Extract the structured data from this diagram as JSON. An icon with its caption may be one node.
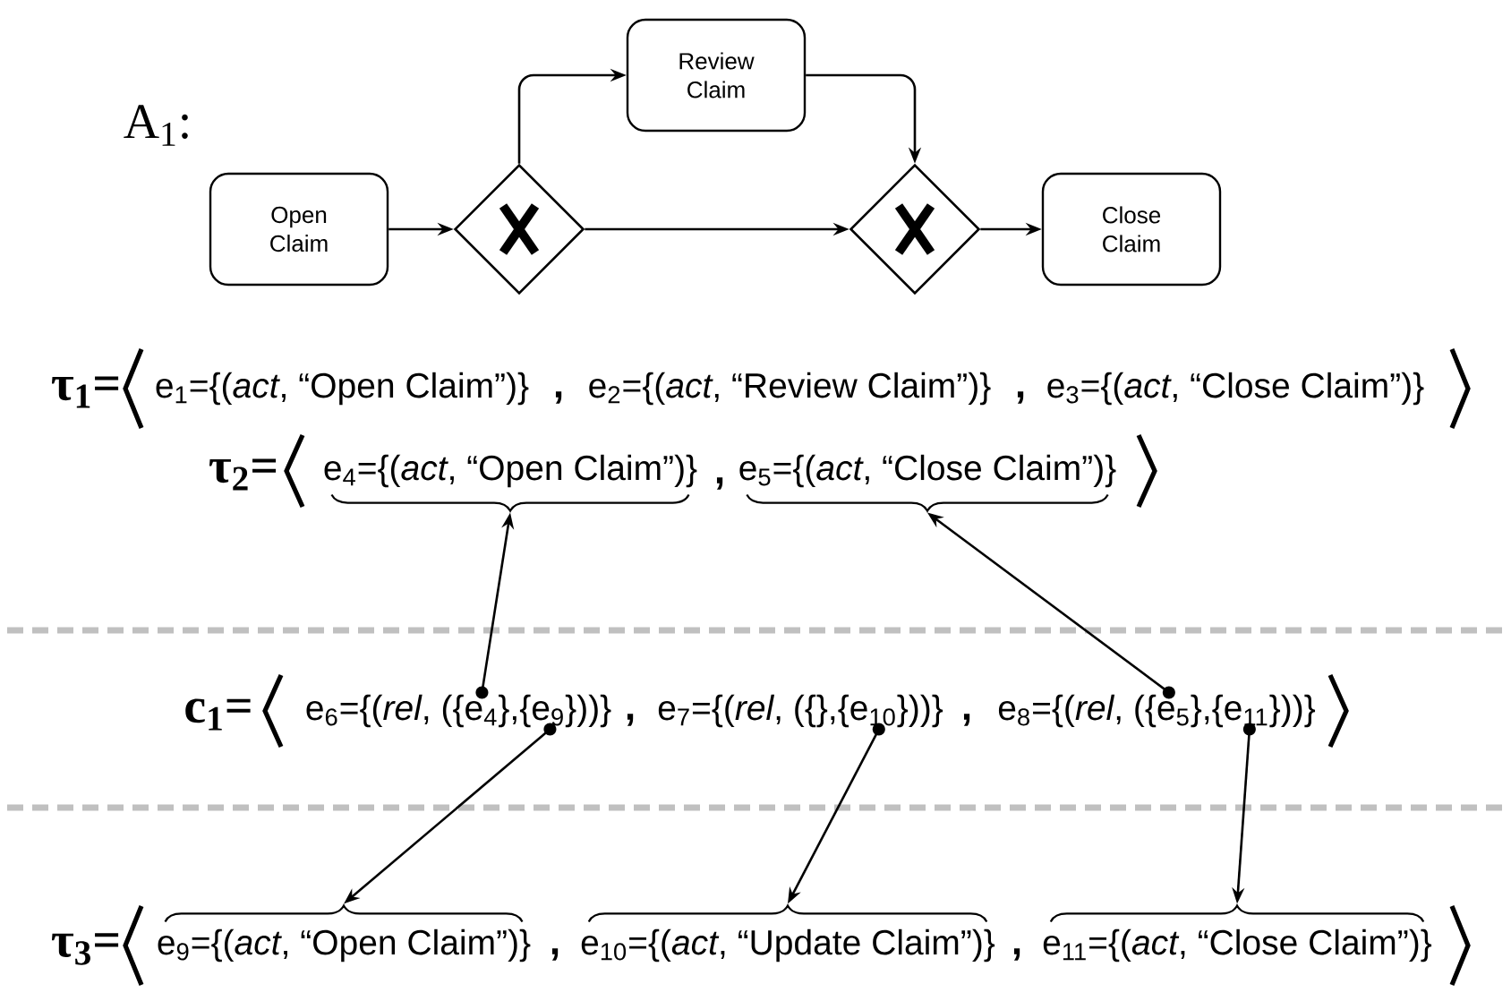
{
  "diagram": {
    "nodes": [
      {
        "text": [
          "Open Claim"
        ]
      },
      {
        "text": [],
        "shape": "diamond"
      },
      {
        "text": [
          "Review Claim"
        ]
      },
      {
        "text": [],
        "shape": "diamond"
      },
      {
        "text": [
          "Close Claim"
        ]
      },
      {
        "text": [
          "e$_{4}$={(*act*, “Open Claim”)}"
        ]
      },
      {
        "text": [
          "e$_{5}$={(*act*, “Close Claim”)}"
        ]
      },
      {
        "text": [
          "e$_{6}$={(*rel*, ({e$_{4}$},{e$_{9}$}))}"
        ]
      },
      {
        "text": [
          "e$_{7}$={(*rel*, ({},{e$_{10}$}))}"
        ]
      },
      {
        "text": [
          "e$_{8}$={(*rel*, ({e$_{5}$},{e$_{11}$}))}"
        ]
      },
      {
        "text": [
          "e$_{9}$={(*act*, “Open Claim”)}"
        ]
      },
      {
        "text": [
          "e$_{10}$={(*act*, “Update Claim”)}"
        ]
      },
      {
        "text": [
          "e$_{11}$={(*act*, “Close Claim”)}"
        ]
      }
    ],
    "edges": [
      {
        "from": 0,
        "to": 1,
        "arrow": "to"
      },
      {
        "from": 1,
        "to": 2,
        "arrow": "to"
      },
      {
        "from": 2,
        "to": 3,
        "arrow": "to"
      },
      {
        "from": 1,
        "to": 3,
        "arrow": "to"
      },
      {
        "from": 3,
        "to": 4,
        "arrow": "to"
      },
      {
        "from": 7,
        "to": 5,
        "arrow": "to"
      },
      {
        "from": 9,
        "to": 6,
        "arrow": "to"
      },
      {
        "from": 7,
        "to": 10,
        "arrow": "to"
      },
      {
        "from": 8,
        "to": 11,
        "arrow": "to"
      },
      {
        "from": 9,
        "to": 12,
        "arrow": "to"
      }
    ],
    "labels": [
      "A$_{1}$:",
      "τ$_{1}$=",
      "e$_{1}$={(*act*, “Open Claim”)}",
      ",",
      "e$_{2}$={(*act*, “Review Claim”)}",
      ",",
      "e$_{3}$={(*act*, “Close Claim”)}",
      "τ$_{2}$=",
      ",",
      "c$_{1}$=",
      ",",
      ",",
      "τ$_{3}$=",
      ",",
      ","
    ]
  }
}
